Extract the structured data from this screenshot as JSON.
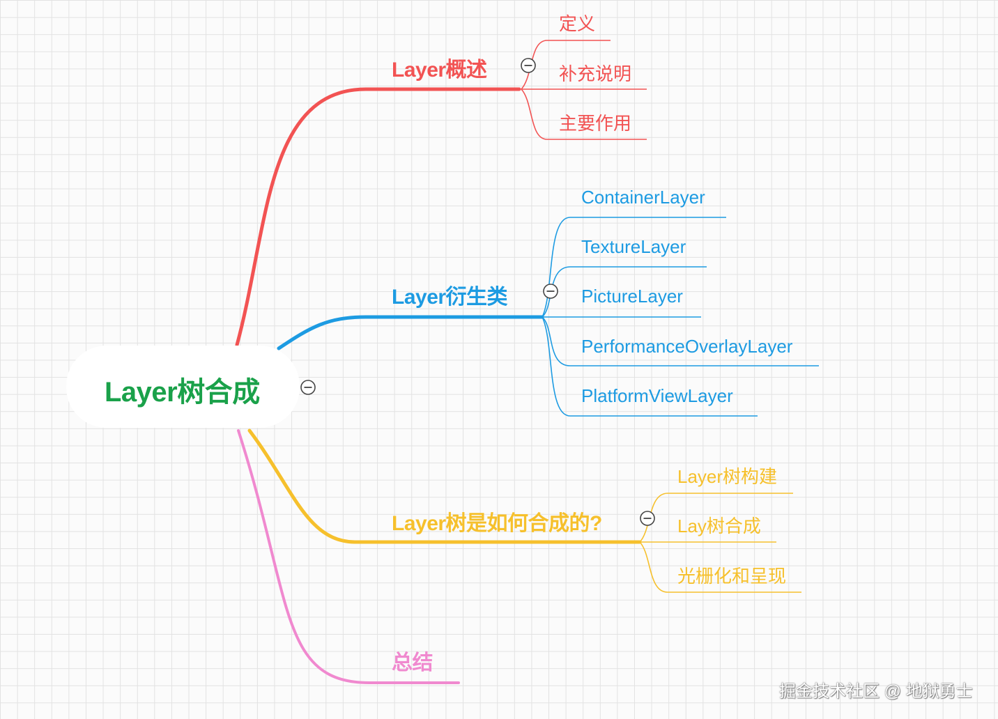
{
  "root": {
    "label": "Layer树合成"
  },
  "branches": [
    {
      "id": "overview",
      "label": "Layer概述",
      "color": "#f25353",
      "collapse_icon": "minus-circle-icon",
      "children": [
        {
          "label": "定义"
        },
        {
          "label": "补充说明"
        },
        {
          "label": "主要作用"
        }
      ]
    },
    {
      "id": "derived",
      "label": "Layer衍生类",
      "color": "#1d9be2",
      "collapse_icon": "minus-circle-icon",
      "children": [
        {
          "label": "ContainerLayer"
        },
        {
          "label": "TextureLayer"
        },
        {
          "label": "PictureLayer"
        },
        {
          "label": "PerformanceOverlayLayer"
        },
        {
          "label": "PlatformViewLayer"
        }
      ]
    },
    {
      "id": "compose",
      "label": "Layer树是如何合成的?",
      "color": "#f6c02c",
      "collapse_icon": "minus-circle-icon",
      "children": [
        {
          "label": "Layer树构建"
        },
        {
          "label": "Lay树合成"
        },
        {
          "label": "光栅化和呈现"
        }
      ]
    },
    {
      "id": "summary",
      "label": "总结",
      "color": "#f089cf",
      "children": []
    }
  ],
  "root_collapse_icon": "minus-circle-icon",
  "watermark": "掘金技术社区 @ 地狱勇士"
}
